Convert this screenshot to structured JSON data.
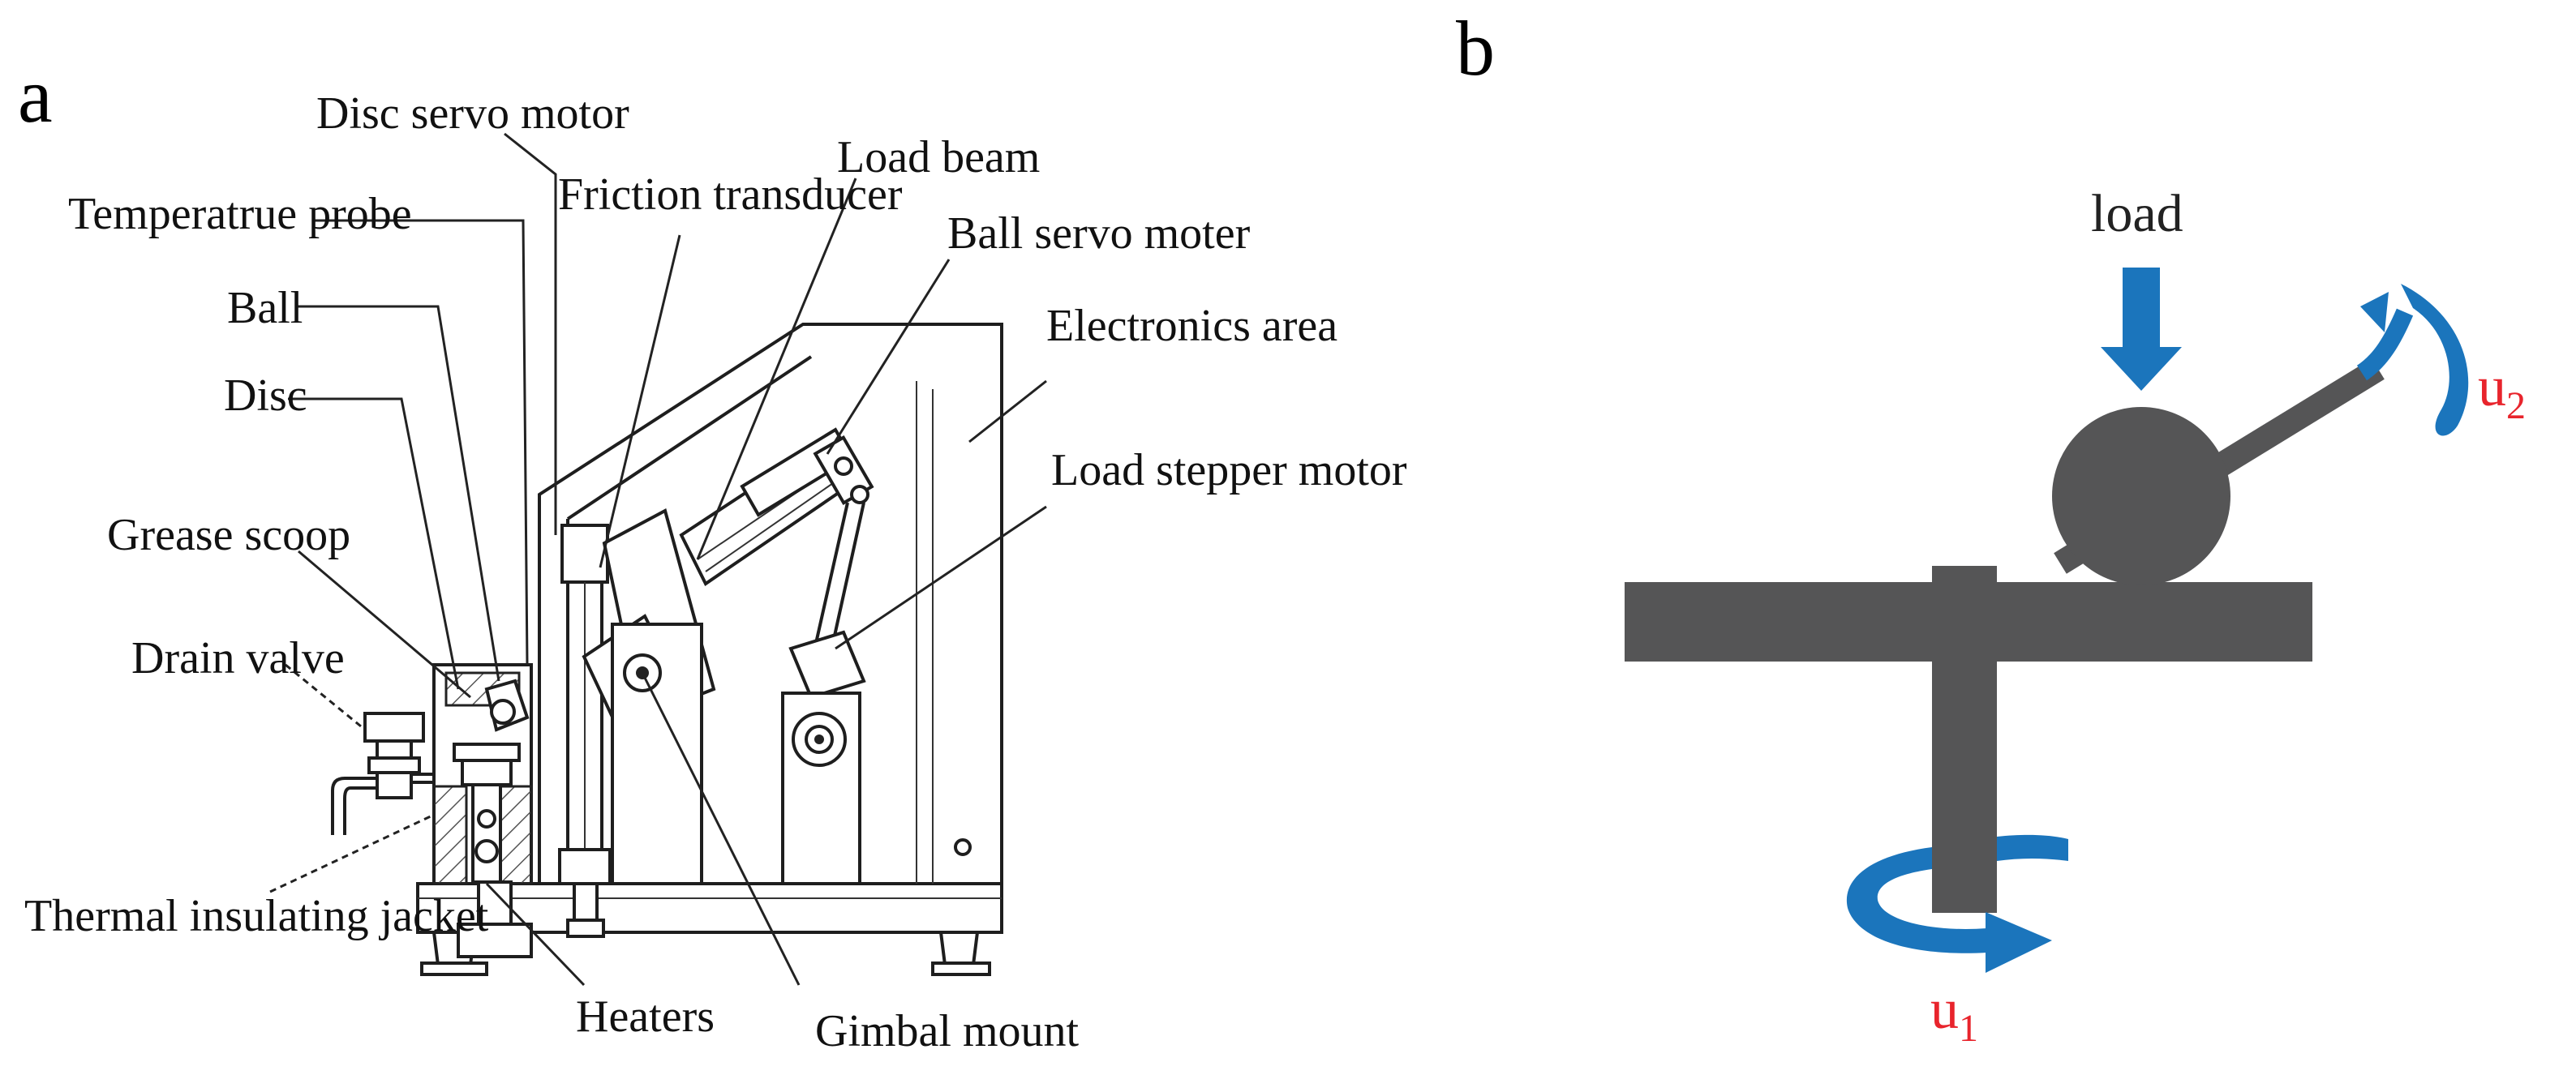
{
  "panel_a": {
    "letter": "a",
    "labels": {
      "disc_servo_motor": "Disc servo motor",
      "friction_transducer": "Friction transducer",
      "load_beam": "Load beam",
      "temperature_probe": "Temperatrue probe",
      "ball_servo_motor": "Ball servo moter",
      "ball": "Ball",
      "electronics_area": "Electronics area",
      "disc": "Disc",
      "load_stepper_motor": "Load stepper motor",
      "grease_scoop": "Grease scoop",
      "drain_valve": "Drain valve",
      "thermal_insulating_jacket": "Thermal insulating jacket",
      "heaters": "Heaters",
      "gimbal_mount": "Gimbal mount"
    }
  },
  "panel_b": {
    "letter": "b",
    "load_label": "load",
    "u1_label": "u",
    "u1_sub": "1",
    "u2_label": "u",
    "u2_sub": "2",
    "colors": {
      "parts": "#555556",
      "arrows": "#1b75bc",
      "velocity_labels": "#e8242c"
    }
  }
}
